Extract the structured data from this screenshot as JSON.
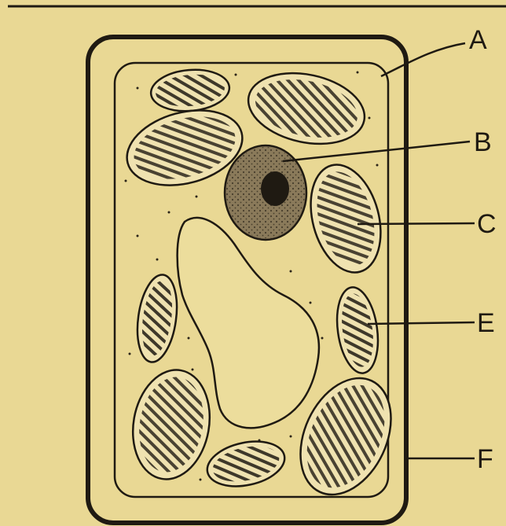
{
  "diagram": {
    "labels": {
      "a": "A",
      "b": "B",
      "c": "C",
      "e": "E",
      "f": "F"
    },
    "colors": {
      "background": "#e9d894",
      "ink": "#1f1a12",
      "nucleus_fill": "#8a7a5a",
      "chloroplast_fill": "#efe2b0"
    }
  }
}
